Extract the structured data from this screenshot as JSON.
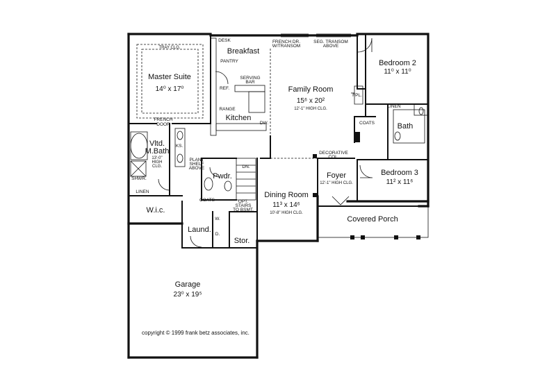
{
  "rooms": {
    "master": {
      "name": "Master Suite",
      "dim": "14⁰ x 17⁰",
      "note": "TRAY CLG."
    },
    "breakfast": {
      "name": "Breakfast"
    },
    "kitchen": {
      "name": "Kitchen"
    },
    "family": {
      "name": "Family Room",
      "dim": "15⁶ x 20²",
      "note": "12'-1\" HIGH CLG."
    },
    "bedroom2": {
      "name": "Bedroom 2",
      "dim": "11⁰ x 11⁰"
    },
    "bedroom3": {
      "name": "Bedroom 3",
      "dim": "11² x 11⁶"
    },
    "bath": {
      "name": "Bath"
    },
    "mbath": {
      "name1": "Vltd.",
      "name2": "M.Bath",
      "note1": "13'-0\"",
      "note2": "HIGH",
      "note3": "CLG."
    },
    "wic": {
      "name": "W.i.c."
    },
    "pwdr": {
      "name": "Pwdr."
    },
    "dining": {
      "name": "Dining Room",
      "dim": "11³ x 14⁶",
      "note": "10'-8\" HIGH CLG."
    },
    "foyer": {
      "name": "Foyer",
      "note": "12'-1\" HIGH CLG."
    },
    "porch": {
      "name": "Covered Porch"
    },
    "laund": {
      "name": "Laund."
    },
    "stor": {
      "name": "Stor."
    },
    "garage": {
      "name": "Garage",
      "dim": "23⁰ x 19⁵"
    }
  },
  "labels": {
    "desk": "DESK",
    "pantry": "PANTRY",
    "ref": "REF.",
    "range": "RANGE",
    "dw": "DW.",
    "serving1": "SERVING",
    "serving2": "BAR",
    "french1": "FRENCH DR.",
    "french2": "W/TRANSOM",
    "seg1": "SEG. TRANSOM",
    "seg2": "ABOVE",
    "fpl": "FPL.",
    "linen": "LINEN",
    "coats": "COATS",
    "decor1": "DECORATIVE",
    "decor2": "COL.",
    "plant1": "PLANT",
    "plant2": "SHELF",
    "plant3": "ABOVE",
    "ks": "KS.",
    "shwr": "SHWR.",
    "linen2": "LINEN",
    "coats2": "COATS",
    "opt1": "OPT.",
    "opt2": "STAIRS",
    "opt3": "TO BSMT.",
    "w": "W.",
    "d": "D.",
    "dn": "DN.",
    "frenchdoor1": "FRENCH",
    "frenchdoor2": "DOOR",
    "copyright": "copyright © 1999 frank betz associates, inc."
  }
}
